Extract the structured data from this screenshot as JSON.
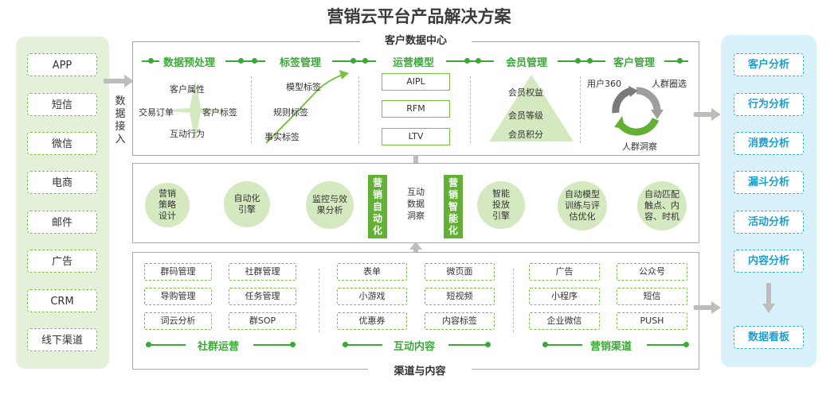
{
  "title": "营销云平台产品解决方案",
  "sources": [
    "APP",
    "短信",
    "微信",
    "电商",
    "邮件",
    "广告",
    "CRM",
    "线下渠道"
  ],
  "data_ingest_label": "数\n据\n接\n入",
  "customer_data_center": {
    "label": "客户数据中心",
    "sections": [
      "数据预处理",
      "标签管理",
      "运营模型",
      "会员管理",
      "客户管理"
    ],
    "preprocessing": {
      "top": "客户属性",
      "left": "交易订单",
      "right": "客户标签",
      "bottom": "互动行为"
    },
    "tags": [
      "模型标签",
      "规则标签",
      "事实标签"
    ],
    "models": [
      "AIPL",
      "RFM",
      "LTV"
    ],
    "membership": [
      "会员权益",
      "会员等级",
      "会员积分"
    ],
    "customer_mgmt": {
      "user360": "用户360",
      "circle": "人群圈选",
      "insight": "人群洞察"
    }
  },
  "middle": {
    "left_circles": [
      "营销\n策略\n设计",
      "自动化\n引擎",
      "监控与效\n果分析"
    ],
    "left_band": "营\n销\n自\n动\n化",
    "center": "互动\n数据\n洞察",
    "right_band": "营\n销\n智\n能\n化",
    "right_circles": [
      "智能\n投放\n引擎",
      "自动模型\n训练与评\n估优化",
      "自动匹配\n触点、内\n容、时机"
    ]
  },
  "channels": {
    "label": "渠道与内容",
    "community": {
      "title": "社群运营",
      "items": [
        "群码管理",
        "社群管理",
        "导购管理",
        "任务管理",
        "词云分析",
        "群SOP"
      ]
    },
    "content": {
      "title": "互动内容",
      "items": [
        "表单",
        "微页面",
        "小游戏",
        "短视频",
        "优惠券",
        "内容标签"
      ]
    },
    "marketing": {
      "title": "营销渠道",
      "items": [
        "广告",
        "公众号",
        "小程序",
        "短信",
        "企业微信",
        "PUSH"
      ]
    }
  },
  "analysis": [
    "客户分析",
    "行为分析",
    "消费分析",
    "漏斗分析",
    "活动分析",
    "内容分析"
  ],
  "dashboard": "数据看板"
}
